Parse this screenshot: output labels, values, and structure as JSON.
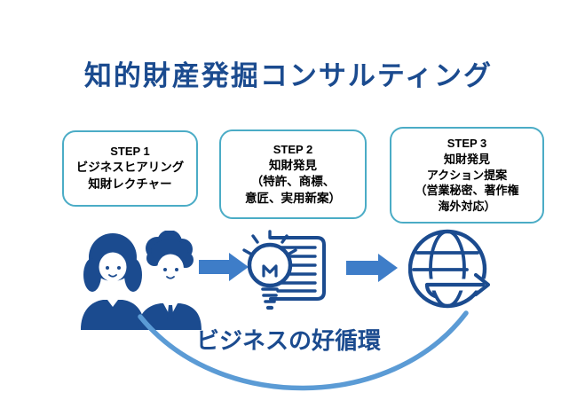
{
  "title": "知的財産発掘コンサルティング",
  "steps": [
    {
      "label": "STEP 1",
      "lines": [
        "ビジネスヒアリング",
        "知財レクチャー"
      ]
    },
    {
      "label": "STEP 2",
      "lines": [
        "知財発見",
        "（特許、商標、",
        "意匠、実用新案）"
      ]
    },
    {
      "label": "STEP 3",
      "lines": [
        "知財発見",
        "アクション提案",
        "（営業秘密、著作権",
        "海外対応）"
      ]
    }
  ],
  "icons": {
    "first": "two-business-people-icon",
    "second": "lightbulb-document-icon",
    "third": "globe-arrow-icon",
    "connector": "right-block-arrow"
  },
  "footer_label": "ビジネスの好循環",
  "colors": {
    "navy": "#1b4b8f",
    "box_border": "#4bacc6",
    "block_arrow": "#3e7dc8",
    "arc": "#5b9bd5",
    "box_text": "#000000"
  }
}
